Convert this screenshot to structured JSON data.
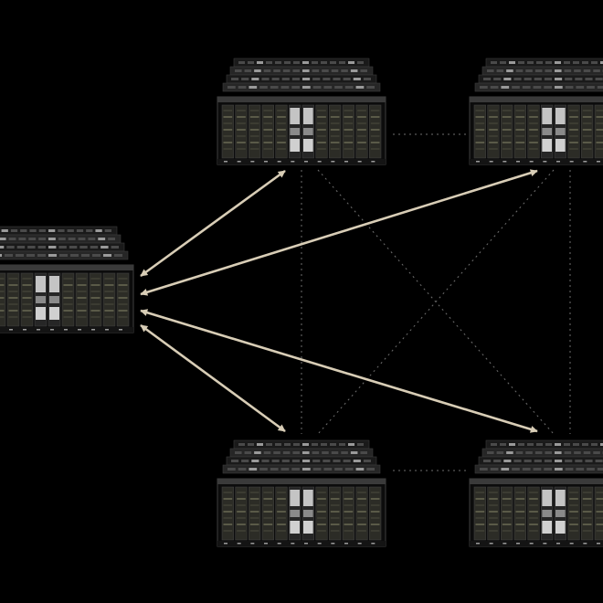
{
  "colors": {
    "background": "#000000",
    "arrow": "#d8cdb6",
    "mesh": "#6e6e6e",
    "chassis": "#1e1e1e",
    "chassis_dark": "#0c0c0c",
    "module": "#2c2c26",
    "module_accent": "#5a5a48",
    "center_module": "#c4c4c4"
  },
  "nodes": [
    {
      "id": "source-server",
      "icon": "gpu-server-icon"
    },
    {
      "id": "server-top-left",
      "icon": "gpu-server-icon"
    },
    {
      "id": "server-top-right",
      "icon": "gpu-server-icon"
    },
    {
      "id": "server-bottom-left",
      "icon": "gpu-server-icon"
    },
    {
      "id": "server-bottom-right",
      "icon": "gpu-server-icon"
    }
  ],
  "arrows": [
    {
      "from": "source-server",
      "to": "server-top-left"
    },
    {
      "from": "source-server",
      "to": "server-top-right"
    },
    {
      "from": "source-server",
      "to": "server-bottom-left"
    },
    {
      "from": "source-server",
      "to": "server-bottom-right"
    }
  ],
  "mesh_links": [
    {
      "from": "server-top-left",
      "to": "server-top-right"
    },
    {
      "from": "server-bottom-left",
      "to": "server-bottom-right"
    },
    {
      "from": "server-top-left",
      "to": "server-bottom-left"
    },
    {
      "from": "server-top-right",
      "to": "server-bottom-right"
    },
    {
      "from": "server-top-left",
      "to": "server-bottom-right"
    },
    {
      "from": "server-top-right",
      "to": "server-bottom-left"
    }
  ]
}
